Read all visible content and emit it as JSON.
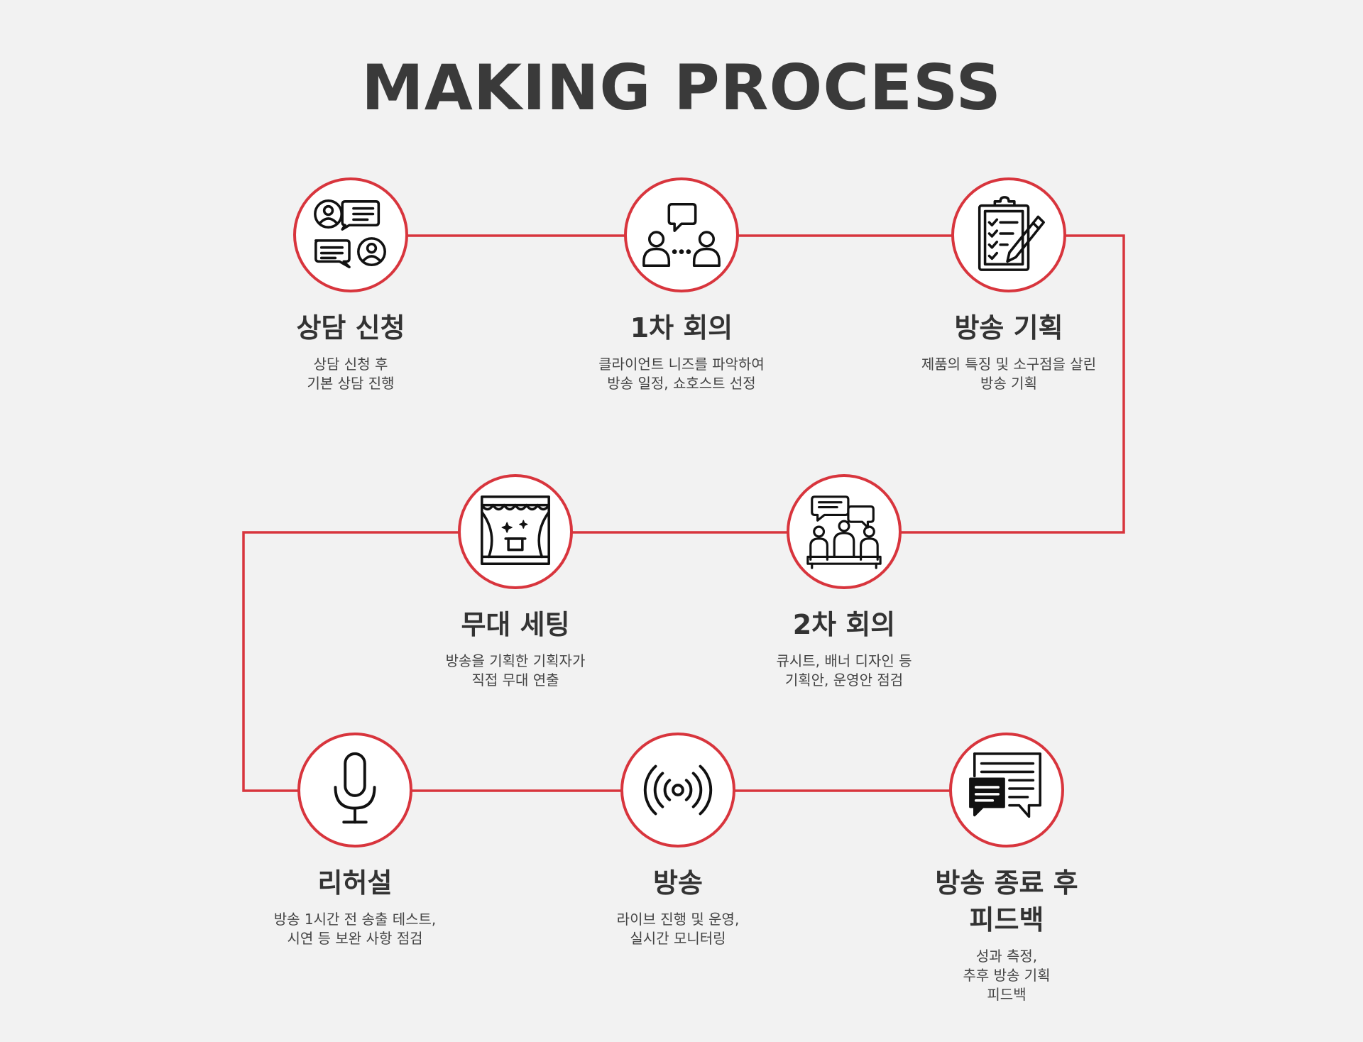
{
  "title": "MAKING PROCESS",
  "colors": {
    "accent": "#d8353d",
    "background": "#f2f2f2",
    "text": "#333333",
    "icon": "#111111"
  },
  "steps": [
    {
      "title": "상담 신청",
      "desc": "상담 신청 후\n기본 상담 진행",
      "icon": "consultation-icon"
    },
    {
      "title": "1차 회의",
      "desc": "클라이언트 니즈를 파악하여\n방송 일정, 쇼호스트 선정",
      "icon": "meeting-icon"
    },
    {
      "title": "방송 기획",
      "desc": "제품의 특징 및 소구점을 살린\n방송 기획",
      "icon": "clipboard-pen-icon"
    },
    {
      "title": "2차 회의",
      "desc": "큐시트, 배너 디자인 등\n기획안, 운영안 점검",
      "icon": "group-meeting-icon"
    },
    {
      "title": "무대 세팅",
      "desc": "방송을 기획한 기획자가\n직접 무대 연출",
      "icon": "stage-icon"
    },
    {
      "title": "리허설",
      "desc": "방송 1시간 전 송출 테스트,\n시연 등 보완 사항 점검",
      "icon": "microphone-icon"
    },
    {
      "title": "방송",
      "desc": "라이브 진행 및 운영,\n실시간 모니터링",
      "icon": "broadcast-icon"
    },
    {
      "title": "방송 종료 후\n피드백",
      "desc": "성과 측정,\n추후 방송 기획\n피드백",
      "icon": "feedback-document-icon"
    }
  ]
}
